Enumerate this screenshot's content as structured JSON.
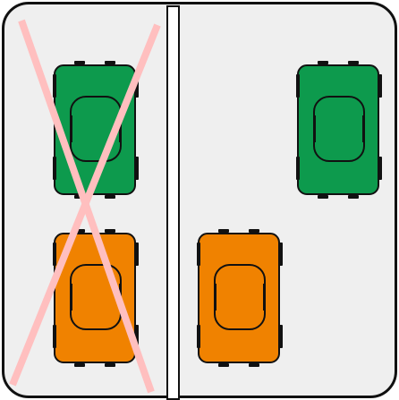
{
  "scene": {
    "background_color": "#efefef",
    "border_color": "#111111",
    "divider_color": "#ffffff",
    "cross_color": "#ffbfbf",
    "cars": [
      {
        "id": "left-green-car",
        "color": "#0d9a4d",
        "icon": "car-icon"
      },
      {
        "id": "left-orange-car",
        "color": "#f08200",
        "icon": "car-icon"
      },
      {
        "id": "right-green-car",
        "color": "#0d9a4d",
        "icon": "car-icon"
      },
      {
        "id": "right-orange-car",
        "color": "#f08200",
        "icon": "car-icon"
      }
    ],
    "crossed_out_side": "left"
  }
}
